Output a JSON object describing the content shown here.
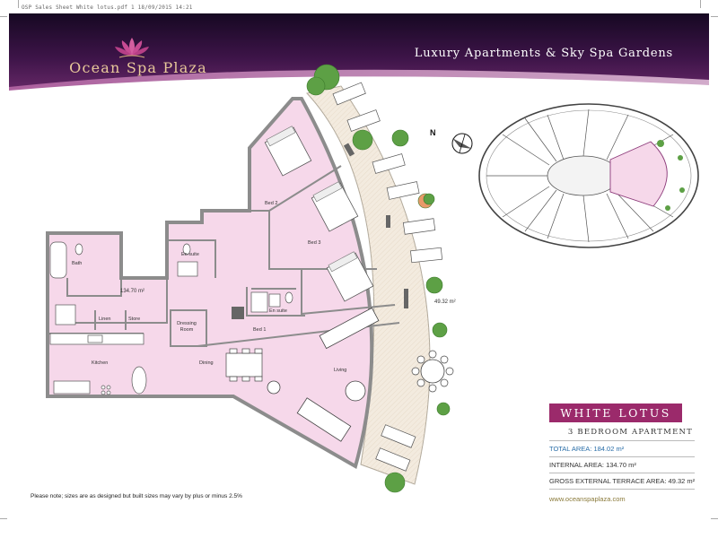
{
  "print_header": "OSP Sales Sheet White lotus.pdf   1   18/09/2015   14:21",
  "brand": {
    "name": "Ocean Spa Plaza",
    "tagline": "Luxury Apartments & Sky Spa Gardens",
    "colors": {
      "banner_dark": "#1a0a26",
      "banner_mid": "#5a1f5e",
      "banner_light": "#9a4a8a",
      "gold": "#d9b37a"
    }
  },
  "compass": {
    "label": "N"
  },
  "plan": {
    "rooms": [
      {
        "label": "Bed 2"
      },
      {
        "label": "Bed 3"
      },
      {
        "label": "En suite"
      },
      {
        "label": "Bath"
      },
      {
        "label": "134.70 m²"
      },
      {
        "label": "En suite"
      },
      {
        "label": "Linen"
      },
      {
        "label": "Store"
      },
      {
        "label": "Dressing Room"
      },
      {
        "label": "Bed 1"
      },
      {
        "label": "Kitchen"
      },
      {
        "label": "Dining"
      },
      {
        "label": "Living"
      },
      {
        "label": "49.32 m²"
      }
    ],
    "colors": {
      "interior": "#f6d8ea",
      "terrace": "#f3ebdf",
      "wall": "#8c8c8c",
      "greenery": "#5da045"
    }
  },
  "info": {
    "title": "White Lotus",
    "subtitle": "3 Bedroom Apartment",
    "total_area": "TOTAL AREA: 184.02 m²",
    "internal_area": "INTERNAL AREA: 134.70 m²",
    "terrace_area": "GROSS EXTERNAL TERRACE AREA: 49.32 m²",
    "website": "www.oceanspaplaza.com",
    "colors": {
      "title_bg": "#9b2a6b",
      "accent": "#2a6ea8"
    }
  },
  "note": "Please note; sizes are as designed but built sizes may vary by plus or minus 2.5%"
}
